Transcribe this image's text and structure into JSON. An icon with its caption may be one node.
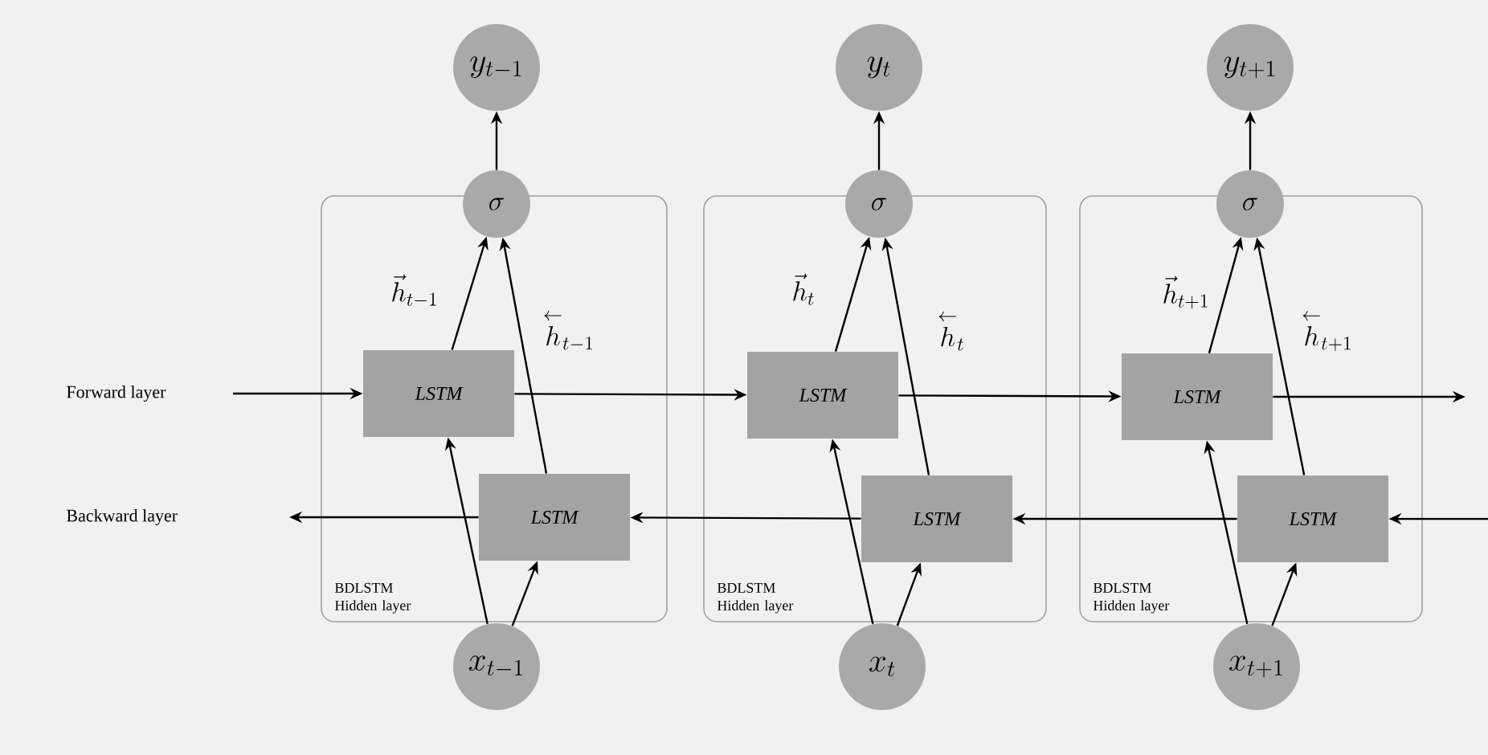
{
  "diagram": {
    "nodes": [
      {
        "text": [
          "y_{t-1}"
        ]
      },
      {
        "text": [
          "y_{t}"
        ]
      },
      {
        "text": [
          "y_{t+1}"
        ]
      },
      {
        "text": [
          "\\sigma"
        ]
      },
      {
        "text": [
          "\\sigma"
        ]
      },
      {
        "text": [
          "\\sigma"
        ]
      },
      {
        "text": [
          "BDLSTM Hidden layer"
        ]
      },
      {
        "text": [
          "LSTM"
        ],
        "in": 6
      },
      {
        "text": [
          "LSTM"
        ],
        "in": 6
      },
      {
        "text": [
          "BDLSTM Hidden layer"
        ]
      },
      {
        "text": [
          "LSTM"
        ],
        "in": 9
      },
      {
        "text": [
          "LSTM"
        ],
        "in": 9
      },
      {
        "text": [
          "BDLSTM Hidden layer"
        ]
      },
      {
        "text": [
          "LSTM"
        ],
        "in": 12
      },
      {
        "text": [
          "LSTM"
        ],
        "in": 12
      },
      {
        "text": [
          "x_{t-1}"
        ]
      },
      {
        "text": [
          "x_{t}"
        ]
      },
      {
        "text": [
          "x_{t+1}"
        ]
      }
    ],
    "edges": [
      {
        "from": null,
        "to": 7,
        "arrow": "to"
      },
      {
        "from": 7,
        "to": 10,
        "arrow": "to"
      },
      {
        "from": 10,
        "to": 13,
        "arrow": "to"
      },
      {
        "from": 13,
        "to": null,
        "arrow": "to"
      },
      {
        "from": null,
        "to": 14,
        "arrow": "to"
      },
      {
        "from": 14,
        "to": 11,
        "arrow": "to"
      },
      {
        "from": 11,
        "to": 8,
        "arrow": "to"
      },
      {
        "from": 8,
        "to": null,
        "arrow": "to"
      },
      {
        "from": 3,
        "to": 0,
        "arrow": "to"
      },
      {
        "from": 7,
        "to": 3,
        "arrow": "to",
        "label": "\\vec{h}_{t-1}"
      },
      {
        "from": 8,
        "to": 3,
        "arrow": "to",
        "label": "\\overset{\\leftarrow}{h}_{t-1}"
      },
      {
        "from": 15,
        "to": 7,
        "arrow": "to"
      },
      {
        "from": 15,
        "to": 8,
        "arrow": "to"
      },
      {
        "from": 4,
        "to": 1,
        "arrow": "to"
      },
      {
        "from": 10,
        "to": 4,
        "arrow": "to",
        "label": "\\vec{h}_{t}"
      },
      {
        "from": 11,
        "to": 4,
        "arrow": "to",
        "label": "\\overset{\\leftarrow}{h}_{t}"
      },
      {
        "from": 16,
        "to": 10,
        "arrow": "to"
      },
      {
        "from": 16,
        "to": 11,
        "arrow": "to"
      },
      {
        "from": 5,
        "to": 2,
        "arrow": "to"
      },
      {
        "from": 13,
        "to": 5,
        "arrow": "to",
        "label": "\\vec{h}_{t+1}"
      },
      {
        "from": 14,
        "to": 5,
        "arrow": "to",
        "label": "\\overset{\\leftarrow}{h}_{t+1}"
      },
      {
        "from": 17,
        "to": 13,
        "arrow": "to"
      },
      {
        "from": 17,
        "to": 14,
        "arrow": "to"
      }
    ],
    "labels": [
      "Forward layer",
      "Backward layer"
    ]
  }
}
